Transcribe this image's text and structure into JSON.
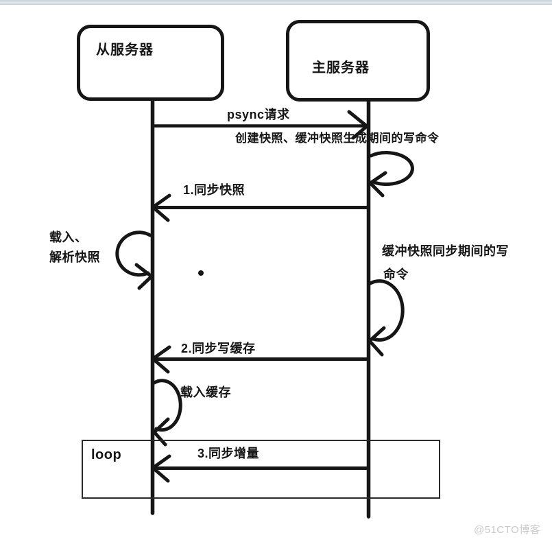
{
  "page": {
    "background": "#ffffff",
    "top_bar_color": "#cfd9e0",
    "stroke_color": "#161616"
  },
  "diagram": {
    "type": "sequence-diagram",
    "topic": "redis psync replication",
    "actors": [
      {
        "id": "slave",
        "label": "从服务器"
      },
      {
        "id": "master",
        "label": "主服务器"
      }
    ],
    "messages": [
      {
        "label": "psync请求",
        "from": "slave",
        "to": "master",
        "in_loop": false
      },
      {
        "label": "1.同步快照",
        "from": "master",
        "to": "slave",
        "in_loop": false
      },
      {
        "label": "2.同步写缓存",
        "from": "master",
        "to": "slave",
        "in_loop": false
      },
      {
        "label": "3.同步增量",
        "from": "master",
        "to": "slave",
        "in_loop": true
      }
    ],
    "self_loops": [
      {
        "actor": "master",
        "label": "创建快照、缓冲快照生成期间的写命令"
      },
      {
        "actor": "slave",
        "label_line1": "载入、",
        "label_line2": "解析快照"
      },
      {
        "actor": "master",
        "label_line1": "缓冲快照同步期间的写",
        "label_line2": "命令"
      },
      {
        "actor": "slave",
        "label": "载入缓存"
      }
    ],
    "loop_frame": {
      "label": "loop"
    }
  },
  "watermark": {
    "text": "@51CTO博客",
    "color": "#c9c9c9"
  }
}
